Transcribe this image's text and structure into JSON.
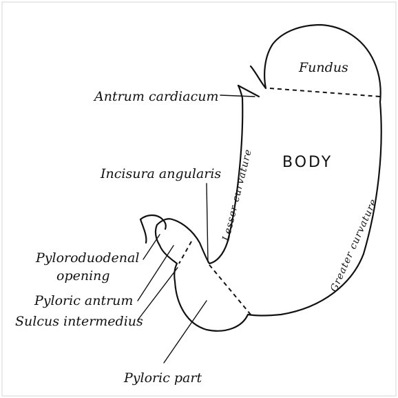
{
  "labels": {
    "fundus": "Fundus",
    "antrum_cardiacum": "Antrum cardiacum",
    "body": "BODY",
    "lesser_curvature": "Lesser curvature",
    "greater_curvature": "Greater curvature",
    "incisura_angularis": "Incisura angularis",
    "pyloroduodenal_line1": "Pyloroduodenal",
    "pyloroduodenal_line2": "opening",
    "pyloric_antrum": "Pyloric antrum",
    "sulcus_intermedius": "Sulcus intermedius",
    "pyloric_part": "Pyloric part"
  }
}
